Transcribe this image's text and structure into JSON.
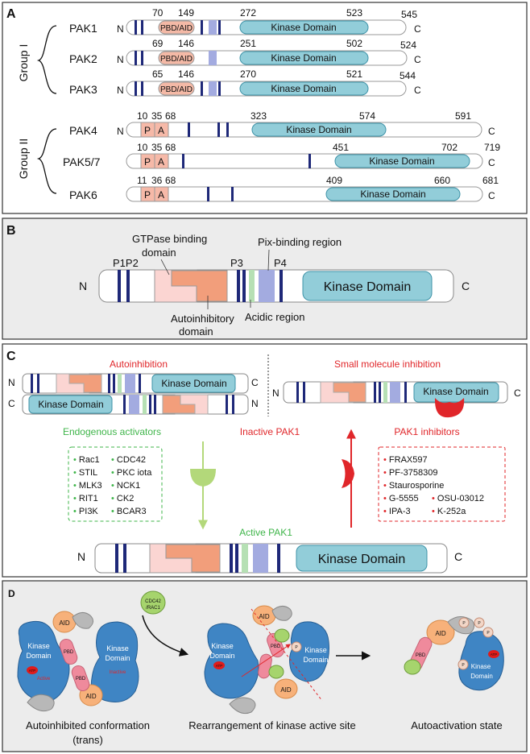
{
  "colors": {
    "kinase": "#92cdd9",
    "kinase_stroke": "#3f93a8",
    "pbd": "#f4b9a6",
    "pbd_light": "#fbd5d2",
    "aid": "#f29e7b",
    "p_box": "#f6b9a8",
    "navy": "#1e2878",
    "violet": "#a3abe0",
    "green_band": "#b6e0b4",
    "panel_bg": "#ececec",
    "red": "#e0262a",
    "green_text": "#3fb54a",
    "blue_blob": "#3f85c4"
  },
  "panel_a": {
    "letter": "A",
    "group1_label": "Group I",
    "group2_label": "Group II",
    "kinase_label": "Kinase Domain",
    "pbd_label": "PBD/AID",
    "n_label": "N",
    "c_label": "C",
    "p_label": "P",
    "a_label": "A",
    "rows": [
      {
        "name": "PAK1",
        "n1": "70",
        "n2": "149",
        "k1": "272",
        "k2": "523",
        "end": "545"
      },
      {
        "name": "PAK2",
        "n1": "69",
        "n2": "146",
        "k1": "251",
        "k2": "502",
        "end": "524"
      },
      {
        "name": "PAK3",
        "n1": "65",
        "n2": "146",
        "k1": "270",
        "k2": "521",
        "end": "544"
      },
      {
        "name": "PAK4",
        "n0": "10",
        "n1": "35",
        "n2": "68",
        "k1": "323",
        "k2": "574",
        "end": "591"
      },
      {
        "name": "PAK5/7",
        "n0": "10",
        "n1": "35",
        "n2": "68",
        "k1": "451",
        "k2": "702",
        "end": "719"
      },
      {
        "name": "PAK6",
        "n0": "11",
        "n1": "36",
        "n2": "68",
        "k1": "409",
        "k2": "660",
        "end": "681"
      }
    ]
  },
  "panel_b": {
    "letter": "B",
    "gtpase": [
      "GTPase binding",
      "domain"
    ],
    "p1p2": "P1P2",
    "p3": "P3",
    "p4": "P4",
    "pix": "Pix-binding region",
    "kinase_label": "Kinase Domain",
    "autoinhib": [
      "Autoinhibitory",
      "domain"
    ],
    "acidic": "Acidic region",
    "n_label": "N",
    "c_label": "C"
  },
  "panel_c": {
    "letter": "C",
    "autoinhibition": "Autoinhibition",
    "small_molecule": "Small molecule inhibition",
    "kinase_label": "Kinase Domain",
    "endogenous": "Endogenous activators",
    "inactive": "Inactive PAK1",
    "inhibitors_title": "PAK1 inhibitors",
    "activators_left": [
      "Rac1",
      "STIL",
      "MLK3",
      "RIT1",
      "PI3K"
    ],
    "activators_right": [
      "CDC42",
      "PKC iota",
      "NCK1",
      "CK2",
      "BCAR3"
    ],
    "inhibitors_full": [
      "FRAX597",
      "PF-3758309",
      "Staurosporine"
    ],
    "inhibitors_pairs": [
      [
        "G-5555",
        "OSU-03012"
      ],
      [
        "IPA-3",
        "K-252a"
      ]
    ],
    "active": "Active PAK1",
    "n_label": "N",
    "c_label": "C"
  },
  "panel_d": {
    "letter": "D",
    "aid": "AID",
    "pbd": "PBD",
    "kinase": [
      "Kinase",
      "Domain"
    ],
    "active": "Active",
    "inactive": "Inactive",
    "atp": "ATP",
    "cdc": [
      "CDC42",
      "/RAC1"
    ],
    "p": "P",
    "caption_1": [
      "Autoinhibited conformation",
      "(trans)"
    ],
    "caption_2": "Rearrangement of kinase active site",
    "caption_3": "Autoactivation state"
  }
}
